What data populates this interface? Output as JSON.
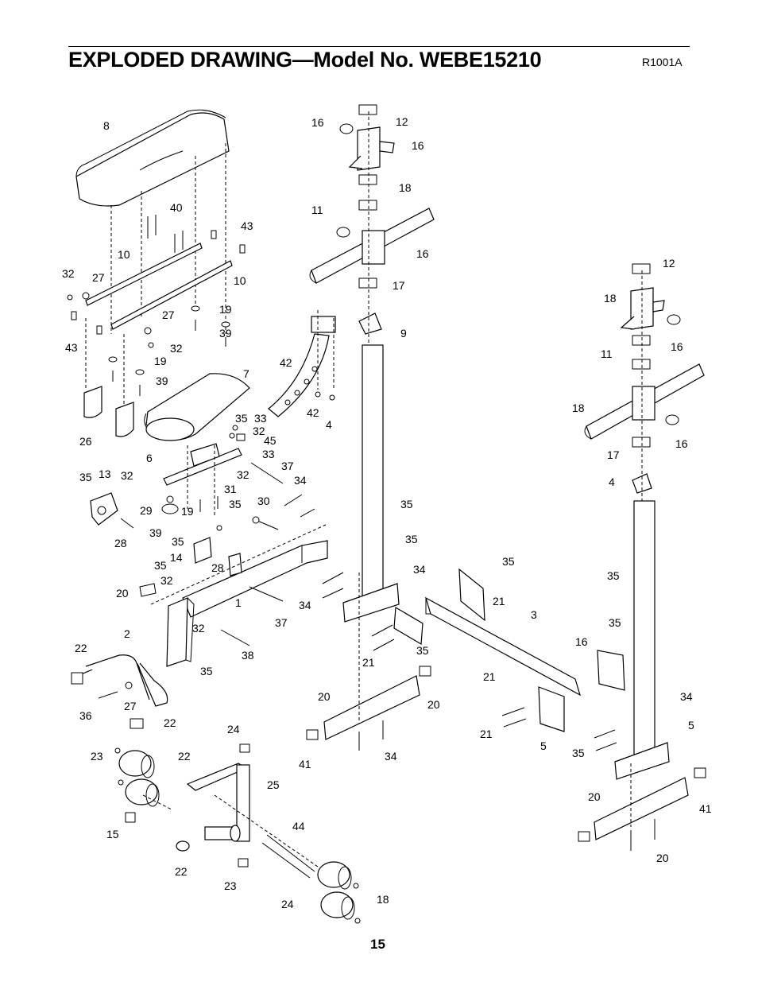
{
  "header": {
    "title": "EXPLODED DRAWING—Model No. WEBE15210",
    "code": "R1001A"
  },
  "footer": {
    "page_number": "15"
  },
  "callouts": [
    "8",
    "40",
    "43",
    "10",
    "10",
    "32",
    "27",
    "27",
    "43",
    "32",
    "19",
    "39",
    "19",
    "39",
    "7",
    "26",
    "35",
    "33",
    "32",
    "45",
    "33",
    "32",
    "6",
    "37",
    "13",
    "35",
    "32",
    "34",
    "31",
    "35",
    "29",
    "19",
    "30",
    "39",
    "28",
    "35",
    "14",
    "28",
    "35",
    "32",
    "20",
    "1",
    "37",
    "32",
    "38",
    "2",
    "35",
    "22",
    "36",
    "27",
    "22",
    "24",
    "23",
    "22",
    "15",
    "25",
    "44",
    "22",
    "23",
    "24",
    "18",
    "16",
    "12",
    "16",
    "18",
    "11",
    "16",
    "17",
    "9",
    "42",
    "42",
    "4",
    "35",
    "35",
    "34",
    "34",
    "21",
    "21",
    "35",
    "35",
    "3",
    "21",
    "5",
    "20",
    "20",
    "41",
    "34",
    "21",
    "16",
    "12",
    "18",
    "16",
    "11",
    "18",
    "16",
    "17",
    "4",
    "35",
    "35",
    "34",
    "35",
    "5",
    "20",
    "41",
    "20"
  ]
}
